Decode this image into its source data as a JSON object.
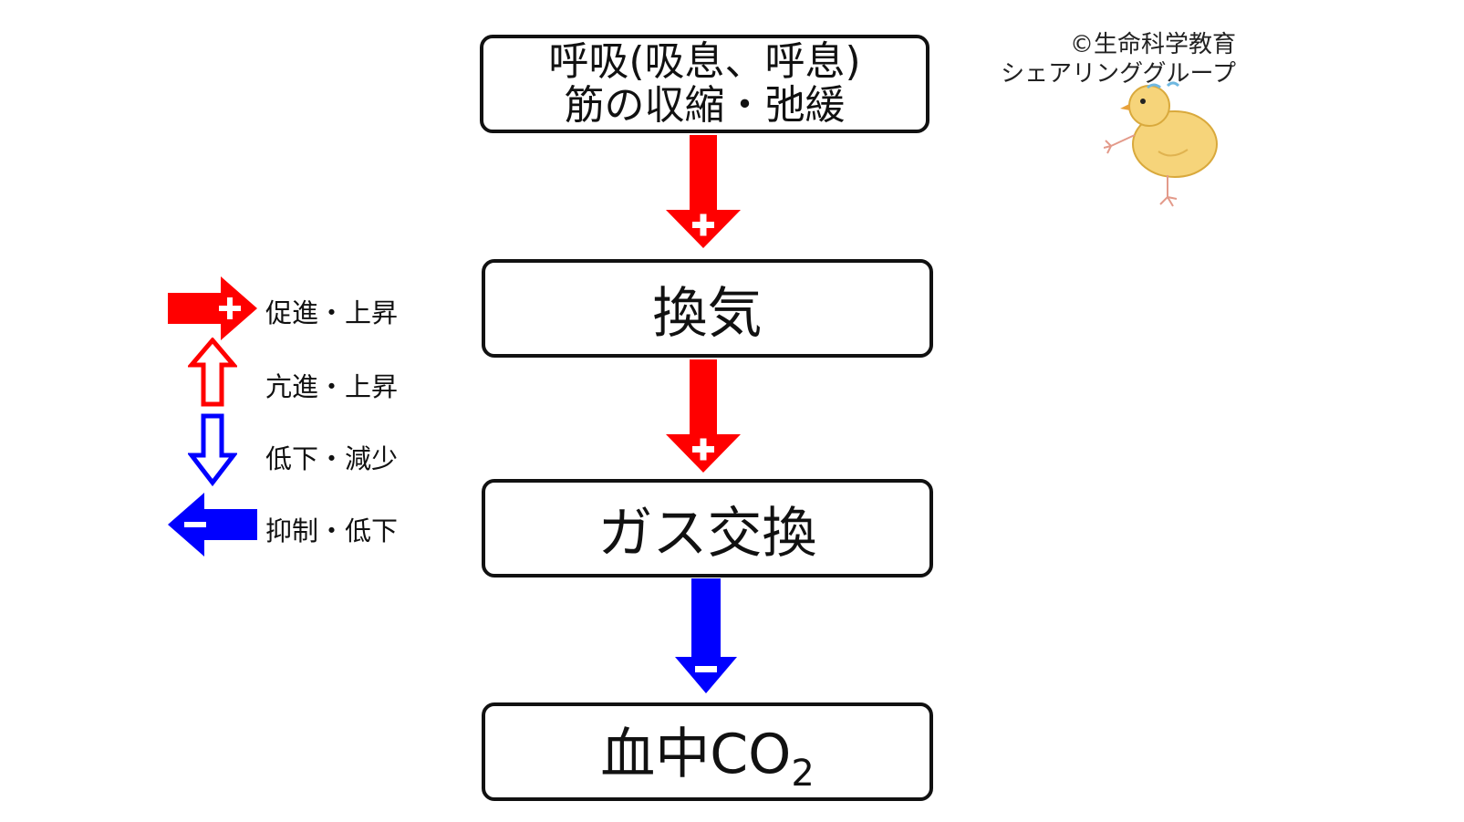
{
  "flow": {
    "boxes": [
      {
        "line1": "呼吸(吸息、呼息)",
        "line2": "筋の収縮・弛緩"
      },
      {
        "text": "換気"
      },
      {
        "text": "ガス交換"
      },
      {
        "text": "血中CO",
        "sub": "2"
      }
    ],
    "arrows": [
      {
        "from": "box1",
        "to": "box2",
        "effect": "promote",
        "sign": "+",
        "color": "#ff0000"
      },
      {
        "from": "box2",
        "to": "box3",
        "effect": "promote",
        "sign": "+",
        "color": "#ff0000"
      },
      {
        "from": "box3",
        "to": "box4",
        "effect": "suppress",
        "sign": "−",
        "color": "#0000ff"
      }
    ]
  },
  "legend": [
    {
      "icon": "filled-red-right-arrow-plus-icon",
      "label": "促進・上昇",
      "color": "#ff0000"
    },
    {
      "icon": "outline-red-up-arrow-icon",
      "label": "亢進・上昇",
      "color": "#ff0000"
    },
    {
      "icon": "outline-blue-down-arrow-icon",
      "label": "低下・減少",
      "color": "#0000ff"
    },
    {
      "icon": "filled-blue-left-arrow-minus-icon",
      "label": "抑制・低下",
      "color": "#0000ff"
    }
  ],
  "credit": {
    "line1": "©生命科学教育",
    "line2": "シェアリンググループ"
  },
  "mascot": "chick-illustration-icon"
}
